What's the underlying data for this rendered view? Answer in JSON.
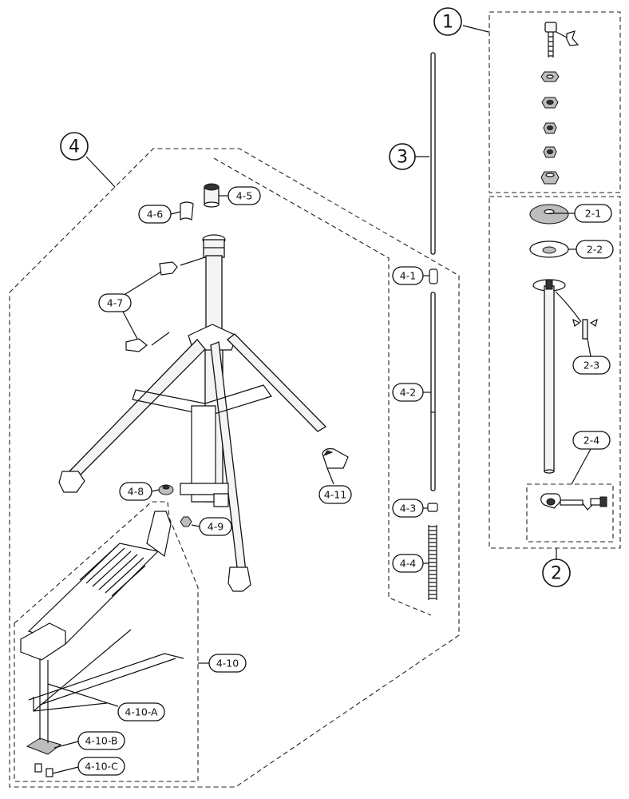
{
  "groups": {
    "g1": "1",
    "g2": "2",
    "g3": "3",
    "g4": "4"
  },
  "labels": {
    "p2_1": "2-1",
    "p2_2": "2-2",
    "p2_3": "2-3",
    "p2_4": "2-4",
    "p4_1": "4-1",
    "p4_2": "4-2",
    "p4_3": "4-3",
    "p4_4": "4-4",
    "p4_5": "4-5",
    "p4_6": "4-6",
    "p4_7": "4-7",
    "p4_8": "4-8",
    "p4_9": "4-9",
    "p4_10": "4-10",
    "p4_10a": "4-10-A",
    "p4_10b": "4-10-B",
    "p4_10c": "4-10-C",
    "p4_11": "4-11"
  }
}
